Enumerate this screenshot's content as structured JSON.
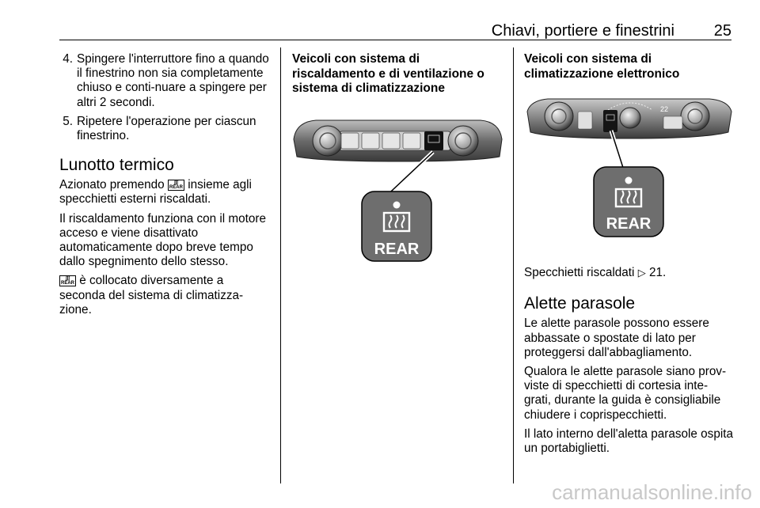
{
  "header": {
    "title": "Chiavi, portiere e finestrini",
    "page_number": "25"
  },
  "col1": {
    "list": [
      {
        "num": "4.",
        "text": "Spingere l'interruttore fino a quando il finestrino non sia completamente chiuso e conti-nuare a spingere per altri 2 secondi."
      },
      {
        "num": "5.",
        "text": "Ripetere l'operazione per ciascun finestrino."
      }
    ],
    "heading": "Lunotto termico",
    "p1_a": "Azionato premendo",
    "p1_b": "insieme agli specchietti esterni riscaldati.",
    "p2": "Il riscaldamento funziona con il motore acceso e viene disattivato automaticamente dopo breve tempo dallo spegnimento dello stesso.",
    "p3_b": "è collocato diversamente a seconda del sistema di climatizza-zione.",
    "icon_label": "REAR"
  },
  "col2": {
    "subheading": "Veicoli con sistema di riscaldamento e di ventilazione o sistema di climatizzazione",
    "button_label": "REAR"
  },
  "col3": {
    "subheading": "Veicoli con sistema di climatizzazione elettronico",
    "button_label": "REAR",
    "panel_temp": "22",
    "mirrors_text": "Specchietti riscaldati",
    "mirrors_ref": "21.",
    "heading": "Alette parasole",
    "p1": "Le alette parasole possono essere abbassate o spostate di lato per proteggersi dall'abbagliamento.",
    "p2": "Qualora le alette parasole siano prov-viste di specchietti di cortesia inte-grati, durante la guida è consigliabile chiudere i coprispecchietti.",
    "p3": "Il lato interno dell'aletta parasole ospita un portabiglietti."
  },
  "watermark": "carmanualsonline.info"
}
